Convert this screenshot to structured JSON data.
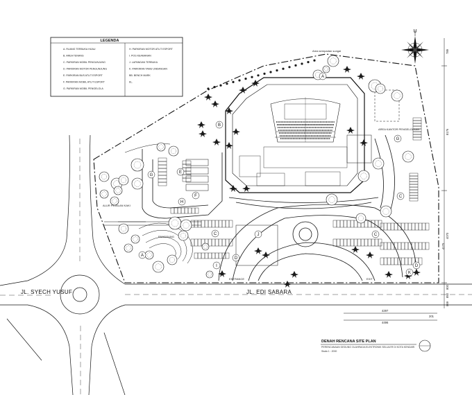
{
  "legend": {
    "title": "LEGENDA",
    "left_items": [
      "A. RUANG TERBUKA HIJAU",
      "B. AREA TENANG",
      "C. PARKIRAN MOBIL PENGUNJUNG",
      "D. PARKIRAN MOTOR PENGUNJUNG",
      "E. PARKIRAN BUS ATLIT ESPORT",
      "F. PARKIRAN MOBIL ATLIT ESPORT",
      "G. PARKIRAN MOBIL PENGELOLA"
    ],
    "right_items": [
      "H. PARKIRAN MOTOR ATLIT ESPORT",
      "I. POS KEAMANAN",
      "J. LAPANGAN TERBUKA",
      "K. PARKIRAN TAMU UNDANGAN",
      "BB. BENCH MARK",
      "EL."
    ]
  },
  "labels": {
    "river_buffer": "Area sempadan sungai",
    "street_west": "JL. SYECH YUSUF",
    "street_south": "JL. EDI SABARA",
    "manager_area": "AREA KANTOR PENGELOLAAN",
    "park_label": "ALUR PEJALAN KAKI",
    "amphi": "PANGGUNG",
    "entrance": "ENTRANCE",
    "exit": "EXIT"
  },
  "zones": [
    "A",
    "B",
    "C",
    "D",
    "E",
    "F",
    "G",
    "H",
    "I",
    "J",
    "K"
  ],
  "dimensions": {
    "top_right": "789",
    "right_upper": "8176",
    "right_middle": "4070",
    "right_lower": "4175",
    "bottom_1": "4297",
    "bottom_2": "4496",
    "bottom_3": "201",
    "edge_1": "800",
    "edge_2": "850",
    "edge_3": "869"
  },
  "compass": {
    "north": "U"
  },
  "title_block": {
    "main": "DENAH RENCANA SITE PLAN",
    "sub": "PERENCANAAN GEDUNG OLAHRAGA ELEKTRONIK SELULER DI KOTA KENDARI",
    "scale": "Skala 1 : 2000"
  },
  "colors": {
    "ink": "#111111",
    "tree": "#1a1a1a",
    "paper": "#ffffff"
  }
}
